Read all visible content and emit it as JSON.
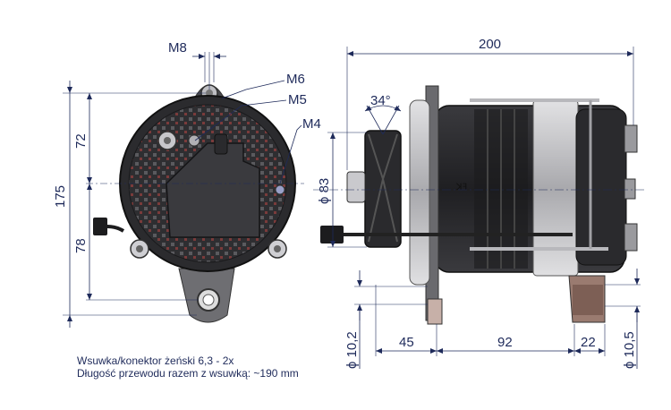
{
  "dimensions": {
    "m8": "M8",
    "m6": "M6",
    "m5": "M5",
    "m4": "M4",
    "d72": "72",
    "d175": "175",
    "d78": "78",
    "d200": "200",
    "angle34": "34°",
    "phi83": "ϕ 83",
    "phi102": "ϕ 10,2",
    "d45": "45",
    "d92": "92",
    "d22": "22",
    "phi105": "ϕ 10,5"
  },
  "notes": {
    "line1": "Wsuwka/konektor żeński 6,3 - 2x",
    "line2": "Długość przewodu razem z wsuwką: ~190 mm"
  },
  "colors": {
    "body_dark": "#2b2b2e",
    "dimension_blue": "#1e2a5a",
    "metal_light": "#c9c9cc"
  }
}
